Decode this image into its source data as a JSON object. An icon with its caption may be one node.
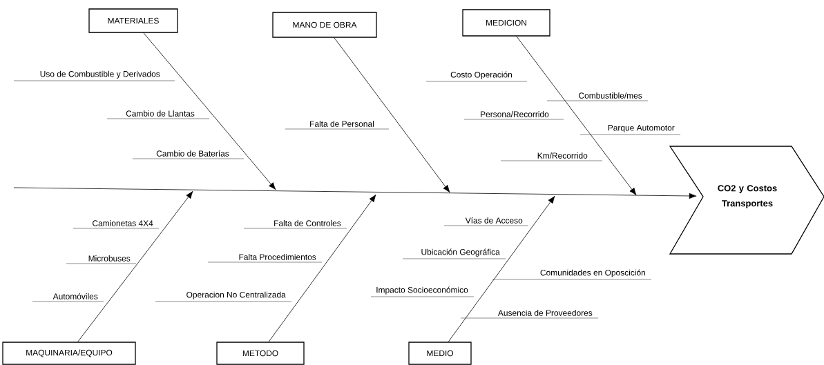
{
  "diagram": {
    "nodes": [
      {
        "text": [
          "MATERIALES"
        ]
      },
      {
        "text": [
          "MANO DE OBRA"
        ]
      },
      {
        "text": [
          "MEDICION"
        ]
      },
      {
        "text": [
          "CO2 y Costos Transportes"
        ]
      },
      {
        "text": [
          "MAQUINARIA/EQUIPO"
        ]
      },
      {
        "text": [
          "METODO"
        ]
      },
      {
        "text": [
          "MEDIO"
        ]
      }
    ],
    "edges": [
      {
        "from": 0,
        "to": null,
        "arrow": "to"
      },
      {
        "from": 1,
        "to": null,
        "arrow": "to"
      },
      {
        "from": 2,
        "to": null,
        "arrow": "to"
      },
      {
        "from": 4,
        "to": null,
        "arrow": "to"
      },
      {
        "from": 5,
        "to": null,
        "arrow": "to"
      },
      {
        "from": 6,
        "to": null,
        "arrow": "to"
      },
      {
        "from": null,
        "to": 3,
        "arrow": "to"
      }
    ],
    "labels": [
      "Uso de Combustible y Derivados",
      "Cambio de Llantas",
      "Cambio de Baterías",
      "Falta de Personal",
      "Costo Operación",
      "Combustible/mes",
      "Persona/Recorrido",
      "Parque Automotor",
      "Km/Recorrido",
      "Camionetas 4X4",
      "Microbuses",
      "Automóviles",
      "Falta de Controles",
      "Falta Procedimientos",
      "Operacion No Centralizada",
      "Vías de Acceso",
      "Ubicación Geográfica",
      "Comunidades en Oposcición",
      "Impacto Socioeconómico",
      "Ausencia de Proveedores"
    ]
  }
}
